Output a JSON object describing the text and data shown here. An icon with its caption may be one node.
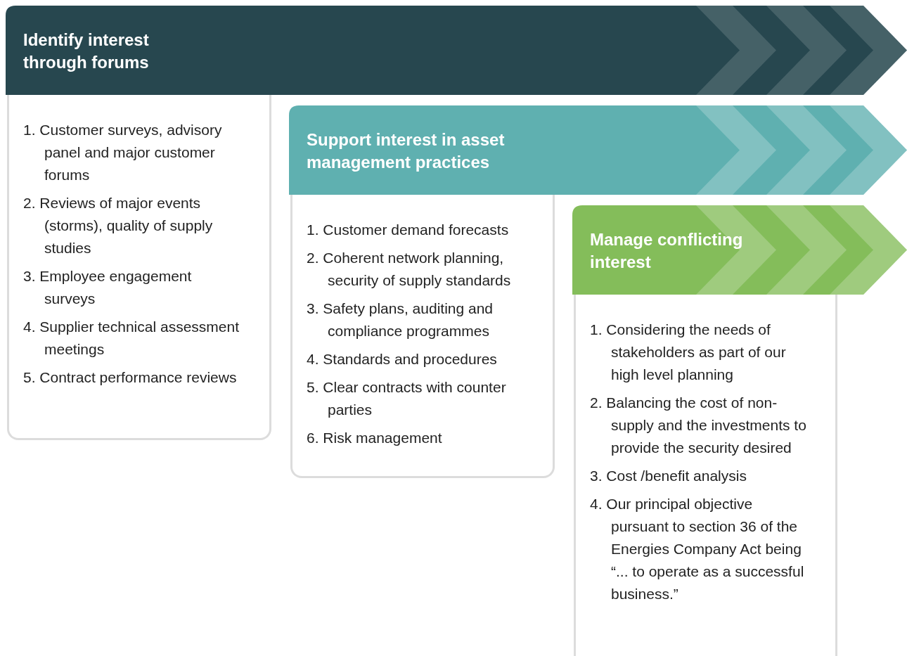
{
  "diagram": {
    "nodes": [
      {
        "text": [
          "Identify interest through forums"
        ]
      },
      {
        "text": [
          "1. Customer surveys, advisory panel and major customer forums",
          "2. Reviews of major events (storms), quality of supply studies",
          "3. Employee engagement surveys",
          "4. Supplier technical assessment meetings",
          "5. Contract performance reviews"
        ]
      },
      {
        "text": [
          "Support interest in asset management practices"
        ]
      },
      {
        "text": [
          "1. Customer demand forecasts",
          "2. Coherent network planning, security of supply standards",
          "3. Safety plans, auditing and compliance programmes",
          "4. Standards and procedures",
          "5. Clear contracts with counter parties",
          "6. Risk management"
        ]
      },
      {
        "text": [
          "Manage conflicting interest"
        ]
      },
      {
        "text": [
          "1. Considering the needs of stakeholders as part of our high level planning",
          "2. Balancing the cost of non-supply and the investments to provide the security desired",
          "3. Cost /benefit analysis",
          "4. Our principal objective pursuant to section 36 of the Energies Company Act being “... to operate as a successful business.”"
        ]
      }
    ],
    "edges": []
  }
}
